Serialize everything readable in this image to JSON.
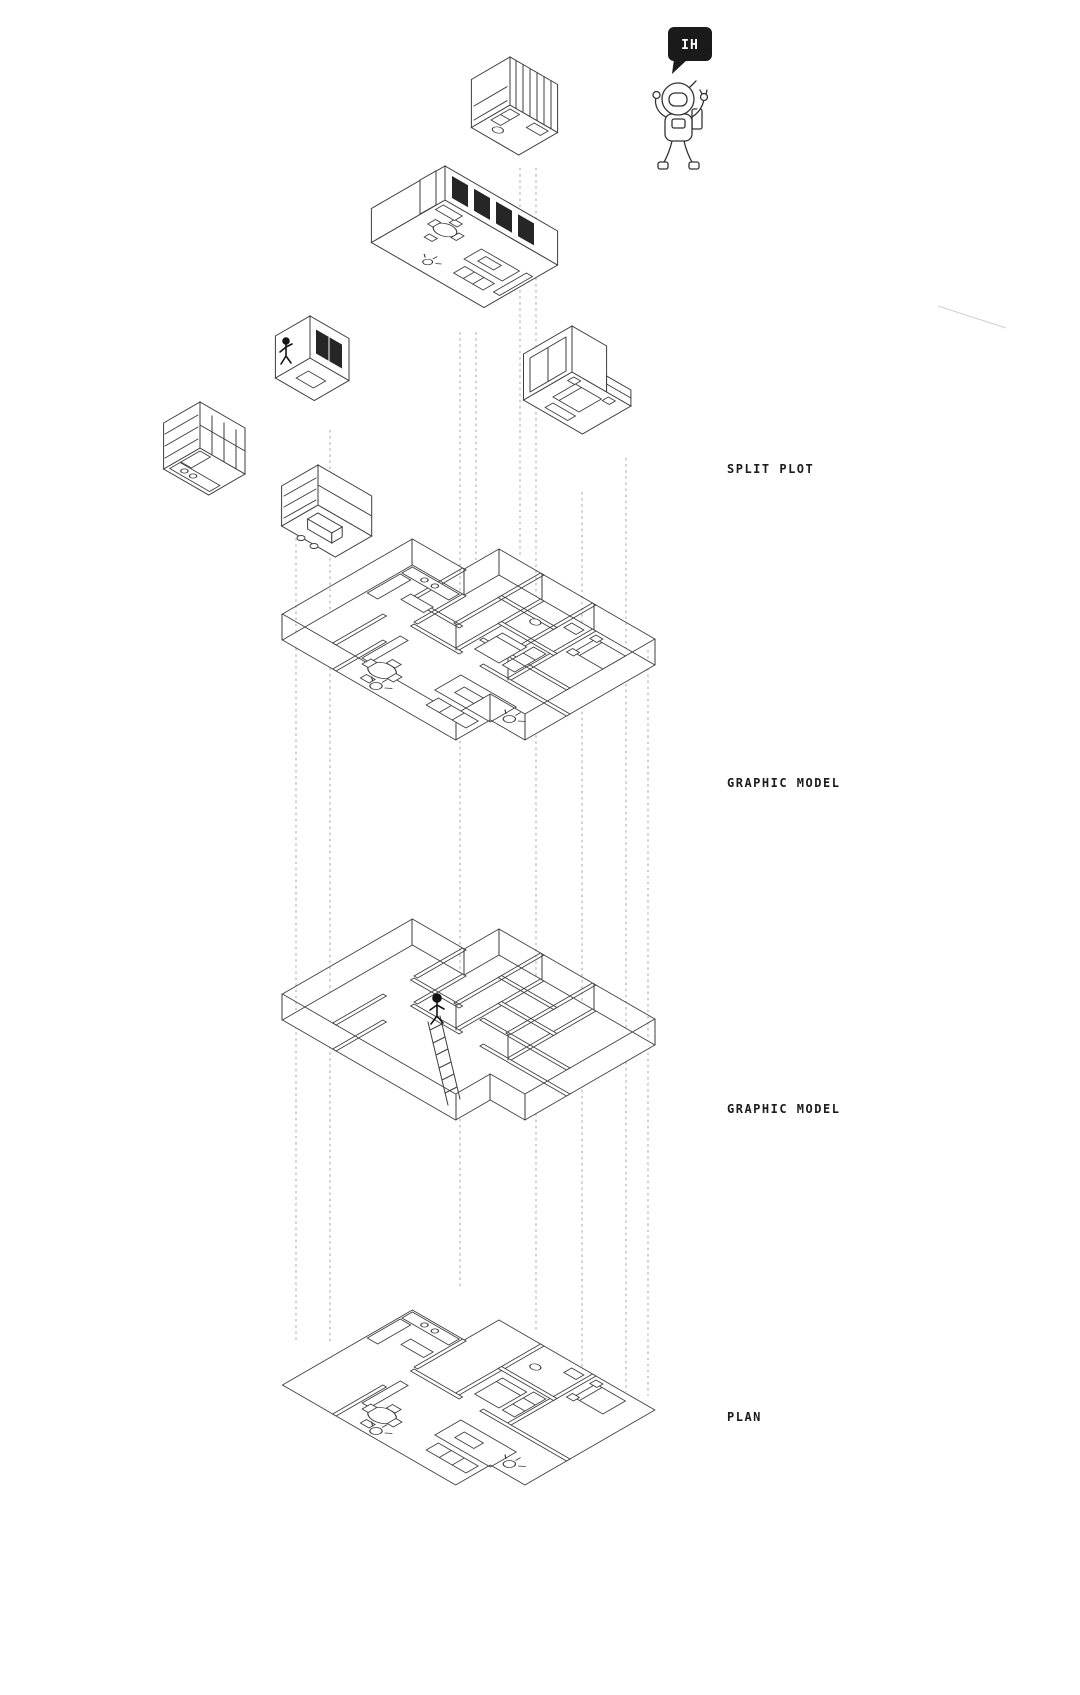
{
  "page": {
    "background": "#ffffff",
    "line_color": "#3d3d3d",
    "ink": "#1c1c1c"
  },
  "labels": {
    "split_plot": "SPLIT PLOT",
    "graphic_model_upper": "GRAPHIC MODEL",
    "graphic_model_lower": "GRAPHIC MODEL",
    "plan": "PLAN"
  },
  "astronaut": {
    "bubble_text": "IH"
  },
  "diagram": {
    "type": "exploded axonometric architectural diagram",
    "layers_top_to_bottom": [
      "split plot fragments",
      "furnished graphic model",
      "structural graphic model",
      "floor plan"
    ],
    "split_fragments": [
      "bathroom unit",
      "living-dining unit",
      "stair room unit",
      "kitchen counter unit",
      "kitchen island unit",
      "bedroom unit"
    ],
    "figures": [
      "astronaut",
      "climbing person",
      "person on ladder"
    ]
  }
}
